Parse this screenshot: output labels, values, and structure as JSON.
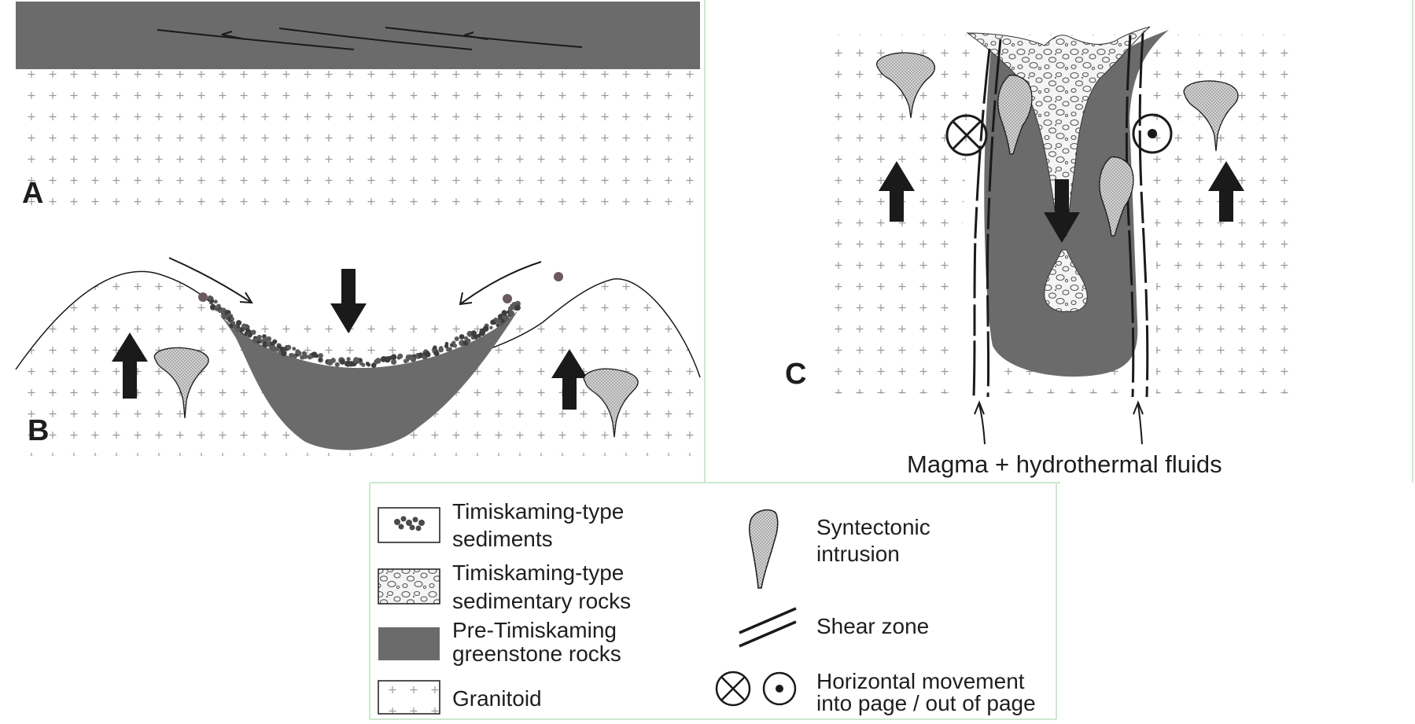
{
  "panels": {
    "a": {
      "letter": "A"
    },
    "b": {
      "letter": "B"
    },
    "c": {
      "letter": "C",
      "caption": "Magma + hydrothermal fluids"
    }
  },
  "legend": {
    "items": [
      {
        "line1": "Timiskaming-type",
        "line2": "sediments"
      },
      {
        "line1": "Timiskaming-type",
        "line2": "sedimentary rocks"
      },
      {
        "line1": "Pre-Timiskaming",
        "line2": "greenstone rocks"
      },
      {
        "line1": "Granitoid",
        "line2": ""
      },
      {
        "line1": "Syntectonic",
        "line2": "intrusion"
      },
      {
        "line1": "Shear zone",
        "line2": ""
      },
      {
        "line1": "Horizontal movement",
        "line2": "into page / out of page"
      }
    ]
  },
  "colors": {
    "greenstone": "#6b6b6b",
    "granitoid_cross": "#9a9a9a",
    "frame_line": "#cde8cd",
    "arrow": "#1a1a1a",
    "intrusion_fill": "#c9c9c9"
  }
}
